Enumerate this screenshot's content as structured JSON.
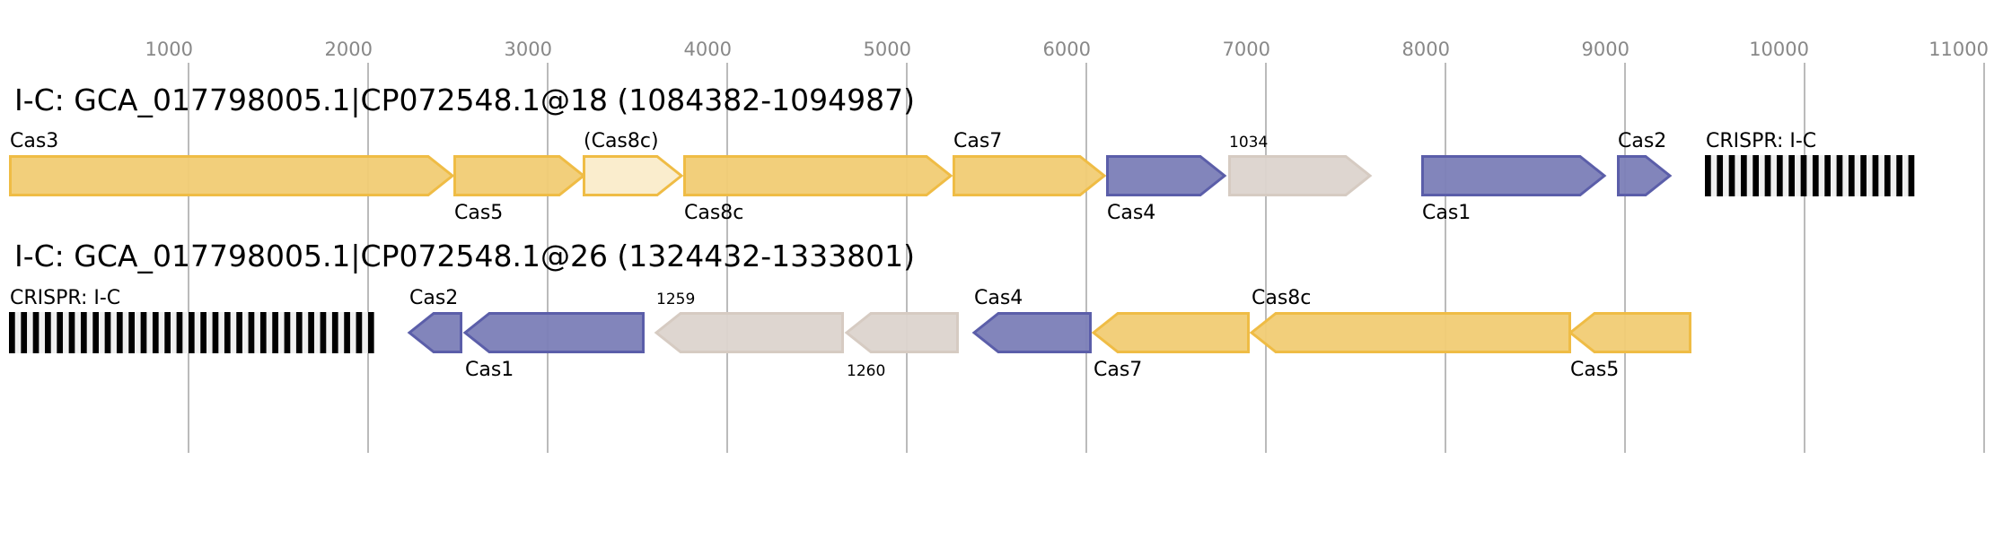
{
  "chart_data": {
    "type": "gene-map",
    "axis": {
      "ticks": [
        1000,
        2000,
        3000,
        4000,
        5000,
        6000,
        7000,
        8000,
        9000,
        10000,
        11000
      ],
      "range": [
        0,
        11000
      ]
    },
    "palette": {
      "cas": {
        "fill": "#f1cc74",
        "stroke": "#efbc45"
      },
      "cas_partial": {
        "fill": "#faecca",
        "stroke": "#efbc45"
      },
      "adaptation": {
        "fill": "#7b7eb7",
        "stroke": "#5b5ea9"
      },
      "other": {
        "fill": "#dcd4ce",
        "stroke": "#d6cbc2"
      },
      "crispr": {
        "bar": "#000000",
        "bg": "#f0f0f0"
      }
    },
    "loci": [
      {
        "title": "I-C: GCA_017798005.1|CP072548.1@18 (1084382-1094987)",
        "genes": [
          {
            "label": "Cas3",
            "start": 0,
            "end": 2475,
            "strand": "+",
            "kind": "cas",
            "label_pos": "above"
          },
          {
            "label": "Cas5",
            "start": 2475,
            "end": 3205,
            "strand": "+",
            "kind": "cas",
            "label_pos": "below"
          },
          {
            "label": "(Cas8c)",
            "start": 3195,
            "end": 3750,
            "strand": "+",
            "kind": "cas_partial",
            "label_pos": "above"
          },
          {
            "label": "Cas8c",
            "start": 3755,
            "end": 5250,
            "strand": "+",
            "kind": "cas",
            "label_pos": "below"
          },
          {
            "label": "Cas7",
            "start": 5255,
            "end": 6105,
            "strand": "+",
            "kind": "cas",
            "label_pos": "above"
          },
          {
            "label": "Cas4",
            "start": 6110,
            "end": 6775,
            "strand": "+",
            "kind": "adaptation",
            "label_pos": "below"
          },
          {
            "label": "1034",
            "start": 6790,
            "end": 7585,
            "strand": "+",
            "kind": "other",
            "label_pos": "above"
          },
          {
            "label": "Cas1",
            "start": 7865,
            "end": 8890,
            "strand": "+",
            "kind": "adaptation",
            "label_pos": "below"
          },
          {
            "label": "Cas2",
            "start": 8955,
            "end": 9255,
            "strand": "+",
            "kind": "adaptation",
            "label_pos": "above"
          },
          {
            "label": "CRISPR: I-C",
            "start": 9445,
            "end": 10605,
            "strand": ".",
            "kind": "crispr",
            "label_pos": "above"
          }
        ]
      },
      {
        "title": "I-C: GCA_017798005.1|CP072548.1@26 (1324432-1333801)",
        "genes": [
          {
            "label": "CRISPR: I-C",
            "start": 0,
            "end": 2035,
            "strand": ".",
            "kind": "crispr",
            "label_pos": "above"
          },
          {
            "label": "Cas2",
            "start": 2225,
            "end": 2525,
            "strand": "-",
            "kind": "adaptation",
            "label_pos": "above"
          },
          {
            "label": "Cas1",
            "start": 2535,
            "end": 3540,
            "strand": "-",
            "kind": "adaptation",
            "label_pos": "below"
          },
          {
            "label": "1259",
            "start": 3600,
            "end": 4650,
            "strand": "-",
            "kind": "other",
            "label_pos": "above"
          },
          {
            "label": "1260",
            "start": 4660,
            "end": 5290,
            "strand": "-",
            "kind": "other",
            "label_pos": "below"
          },
          {
            "label": "Cas4",
            "start": 5370,
            "end": 6030,
            "strand": "-",
            "kind": "adaptation",
            "label_pos": "above"
          },
          {
            "label": "Cas7",
            "start": 6035,
            "end": 6910,
            "strand": "-",
            "kind": "cas",
            "label_pos": "below"
          },
          {
            "label": "Cas8c",
            "start": 6915,
            "end": 8700,
            "strand": "-",
            "kind": "cas",
            "label_pos": "above"
          },
          {
            "label": "Cas5",
            "start": 8690,
            "end": 9370,
            "strand": "-",
            "kind": "cas",
            "label_pos": "below"
          }
        ]
      }
    ]
  }
}
